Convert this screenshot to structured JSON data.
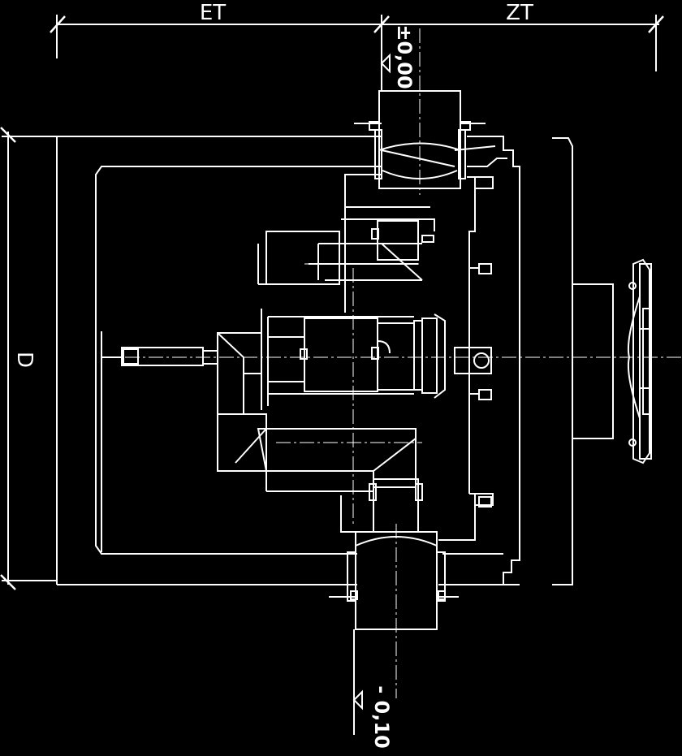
{
  "dimensions": {
    "top_left_label": "ET",
    "top_right_label": "ZT",
    "left_label": "D"
  },
  "levels": {
    "upper": "±0,00",
    "lower": "- 0,10"
  },
  "colors": {
    "background": "#000000",
    "lines": "#ffffff"
  }
}
